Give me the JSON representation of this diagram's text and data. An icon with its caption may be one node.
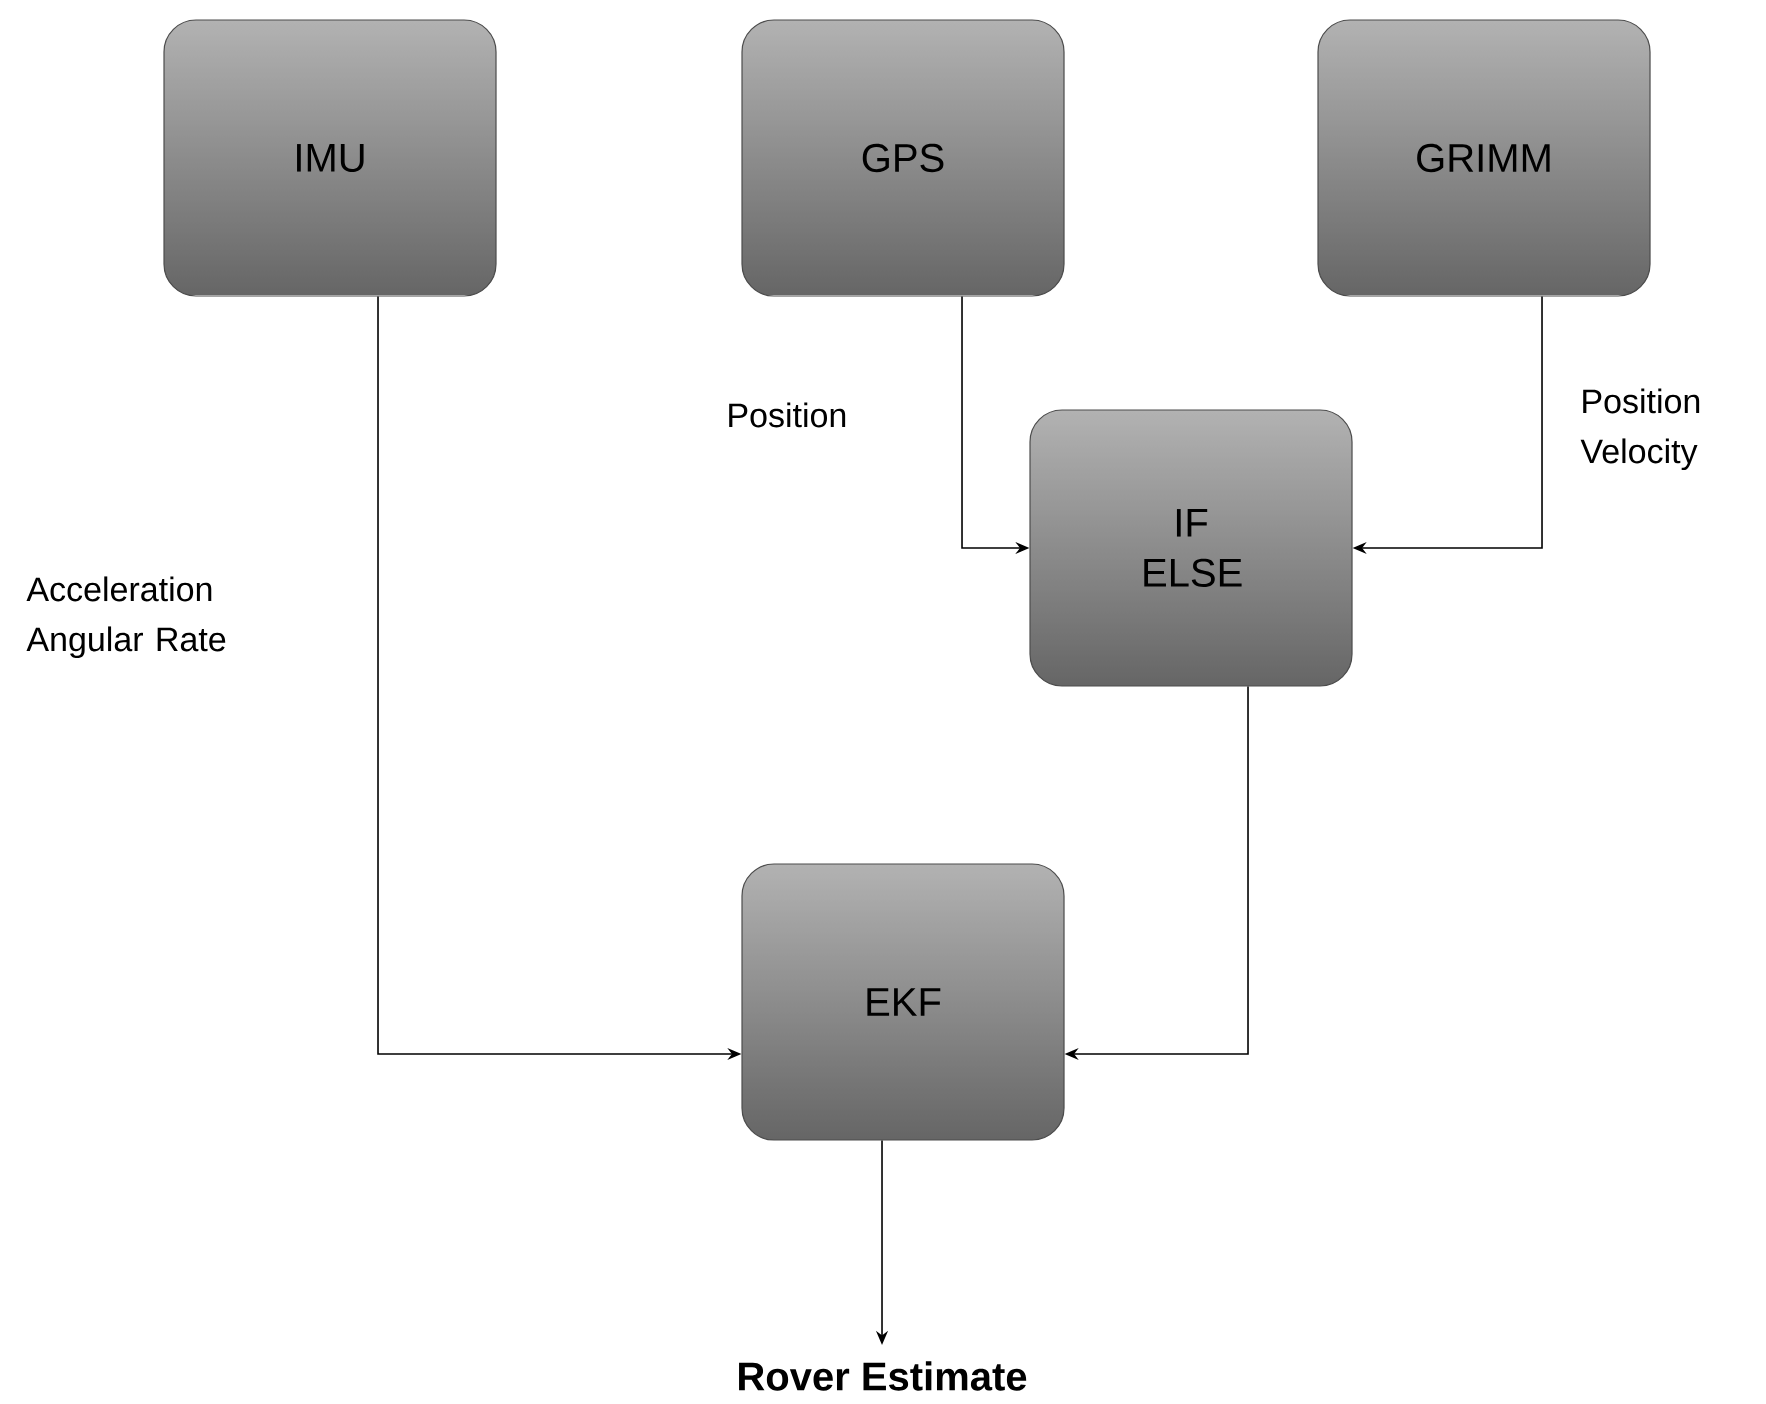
{
  "diagram": {
    "nodes": [
      {
        "text": [
          "IMU"
        ]
      },
      {
        "text": [
          "GPS"
        ]
      },
      {
        "text": [
          "GRIMM"
        ]
      },
      {
        "text": [
          "IF ELSE"
        ]
      },
      {
        "text": [
          "EKF"
        ]
      },
      {
        "text": [
          "Rover Estimate"
        ]
      }
    ],
    "edges": [
      {
        "from": 0,
        "to": 4,
        "arrow": "to",
        "label": "Acceleration Angular Rate"
      },
      {
        "from": 1,
        "to": 3,
        "arrow": "to",
        "label": "Position"
      },
      {
        "from": 2,
        "to": 3,
        "arrow": "to",
        "label": "Position Velocity"
      },
      {
        "from": 3,
        "to": 4,
        "arrow": "to"
      },
      {
        "from": 4,
        "to": 5,
        "arrow": "to"
      }
    ]
  }
}
